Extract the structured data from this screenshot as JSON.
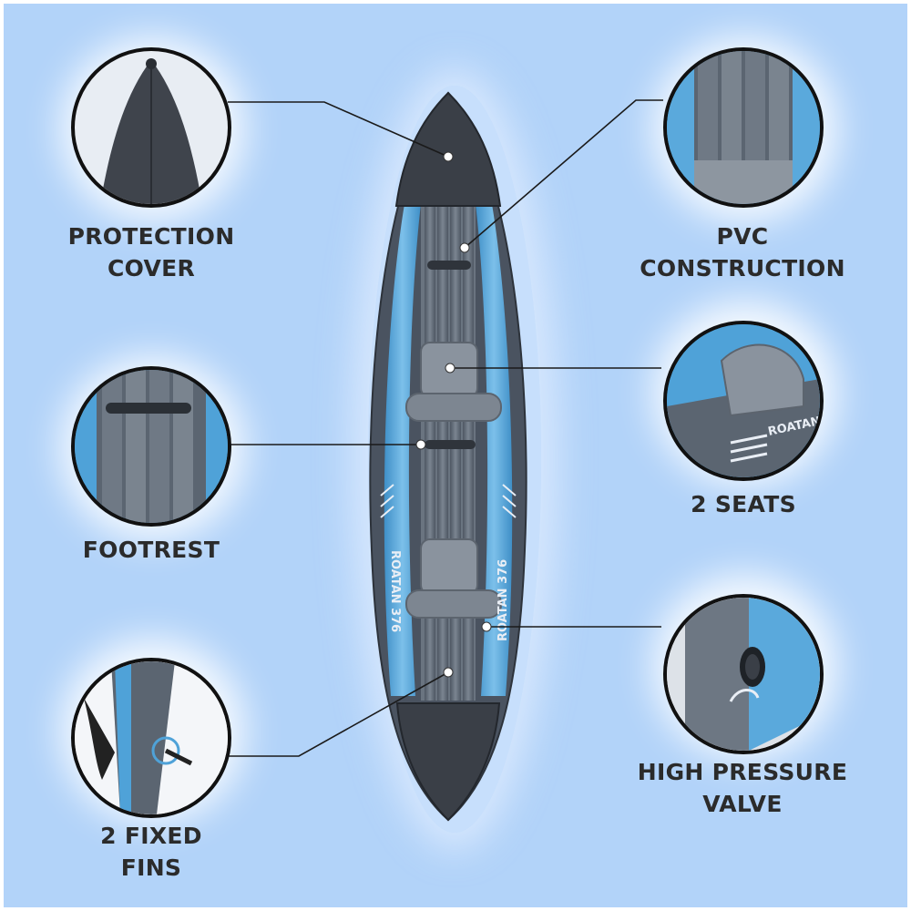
{
  "features": {
    "protection_cover": {
      "line1": "PROTECTION",
      "line2": "COVER"
    },
    "pvc_construction": {
      "line1": "PVC",
      "line2": "CONSTRUCTION"
    },
    "footrest": {
      "line1": "FOOTREST"
    },
    "seats": {
      "line1": "2 SEATS"
    },
    "fins": {
      "line1": "2 FIXED",
      "line2": "FINS"
    },
    "valve": {
      "line1": "HIGH PRESSURE",
      "line2": "VALVE"
    }
  },
  "kayak": {
    "model_text": "ROATAN 376"
  },
  "colors": {
    "background": "#b2d3f9",
    "hull_blue": "#5aa9dc",
    "pvc_grey": "#5b6571",
    "cover_dark": "#3a3f47",
    "text": "#2b2b2b"
  }
}
